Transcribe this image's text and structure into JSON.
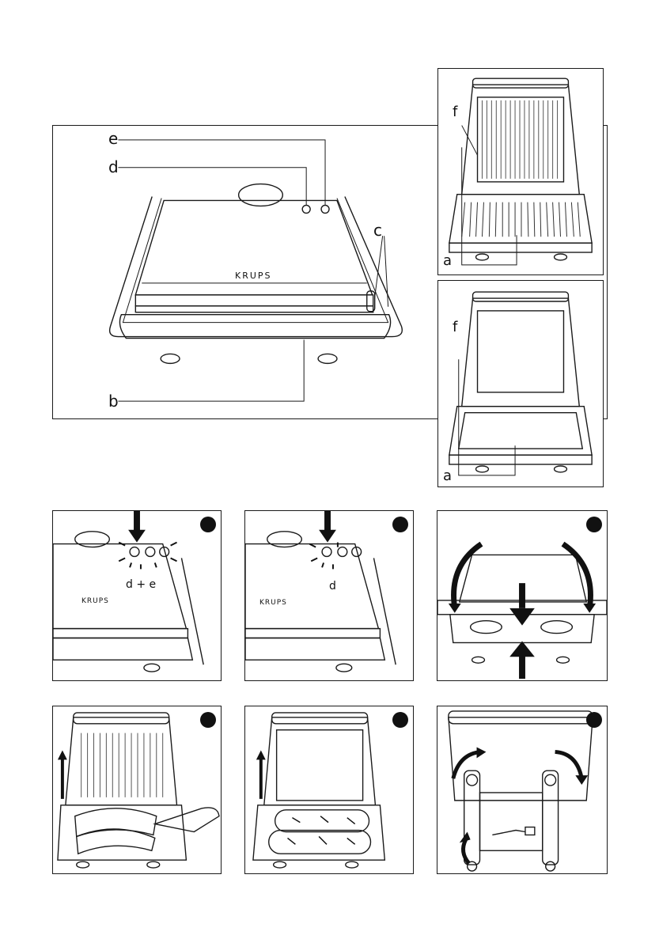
{
  "main_figure": {
    "brand": "KRUPS",
    "labels": {
      "a": "a",
      "b": "b",
      "c": "c",
      "d": "d",
      "e": "e",
      "f": "f"
    }
  },
  "side_figures": {
    "grill_labels": {
      "f": "f",
      "a": "a"
    },
    "flat_labels": {
      "f": "f",
      "a": "a"
    }
  },
  "steps": [
    {
      "brand": "KRUPS",
      "caption": "d + e"
    },
    {
      "brand": "KRUPS",
      "caption": "d"
    },
    {
      "caption": ""
    },
    {
      "caption": ""
    },
    {
      "caption": ""
    },
    {
      "caption": ""
    }
  ]
}
